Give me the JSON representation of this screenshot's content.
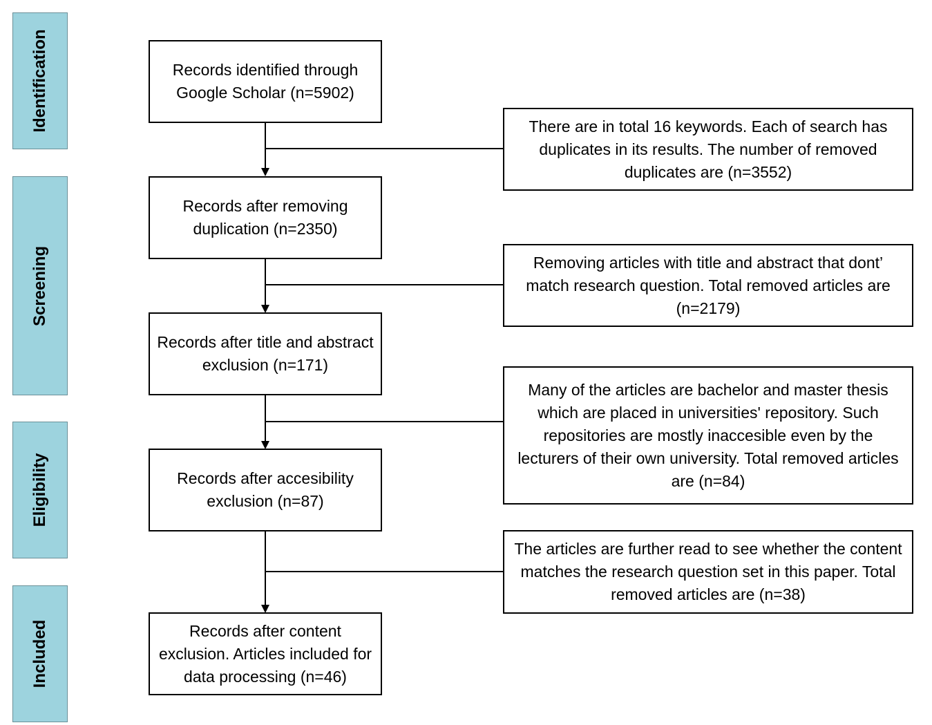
{
  "phases": [
    {
      "label": "Identification"
    },
    {
      "label": "Screening"
    },
    {
      "label": "Eligibility"
    },
    {
      "label": "Included"
    }
  ],
  "main_boxes": [
    {
      "text": "Records identified through Google Scholar (n=5902)"
    },
    {
      "text": "Records after removing duplication (n=2350)"
    },
    {
      "text": "Records after title and abstract exclusion (n=171)"
    },
    {
      "text": "Records after accesibility exclusion (n=87)"
    },
    {
      "text": "Records after content exclusion. Articles included for data processing  (n=46)"
    }
  ],
  "side_boxes": [
    {
      "text": "There are in total 16 keywords. Each of search has duplicates in its results. The number of removed duplicates are (n=3552)"
    },
    {
      "text": "Removing articles with title and abstract that dont’ match research question. Total removed articles are (n=2179)"
    },
    {
      "text": "Many of the articles are bachelor and master thesis which are placed in universities' repository. Such repositories are mostly inaccesible even by the lecturers of their own university. Total removed articles are (n=84)"
    },
    {
      "text": "The articles are further read to see whether the content matches the research question set in this paper. Total removed articles are (n=38)"
    }
  ],
  "colors": {
    "phase_fill": "#9dd3de",
    "line": "#000000"
  }
}
